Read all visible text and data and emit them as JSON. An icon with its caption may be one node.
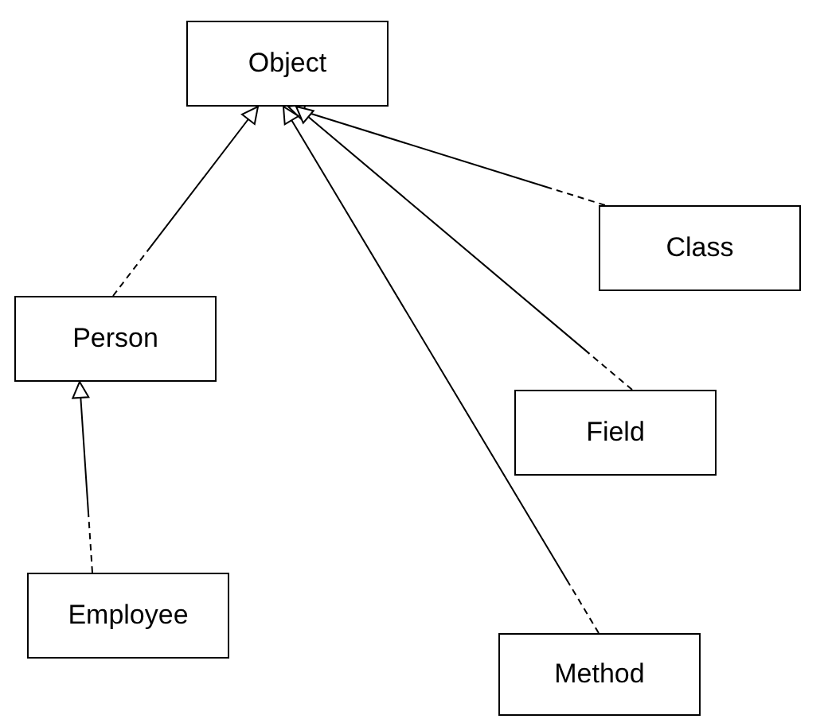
{
  "diagram": {
    "nodes": [
      {
        "text": [
          "Object"
        ]
      },
      {
        "text": [
          "Class"
        ]
      },
      {
        "text": [
          "Person"
        ]
      },
      {
        "text": [
          "Field"
        ]
      },
      {
        "text": [
          "Employee"
        ]
      },
      {
        "text": [
          "Method"
        ]
      }
    ],
    "edges": [
      {
        "from": 1,
        "to": 0,
        "arrow": "to"
      },
      {
        "from": 2,
        "to": 0,
        "arrow": "to"
      },
      {
        "from": 3,
        "to": 0,
        "arrow": "to"
      },
      {
        "from": 5,
        "to": 0,
        "arrow": "to"
      },
      {
        "from": 4,
        "to": 2,
        "arrow": "to"
      }
    ]
  }
}
